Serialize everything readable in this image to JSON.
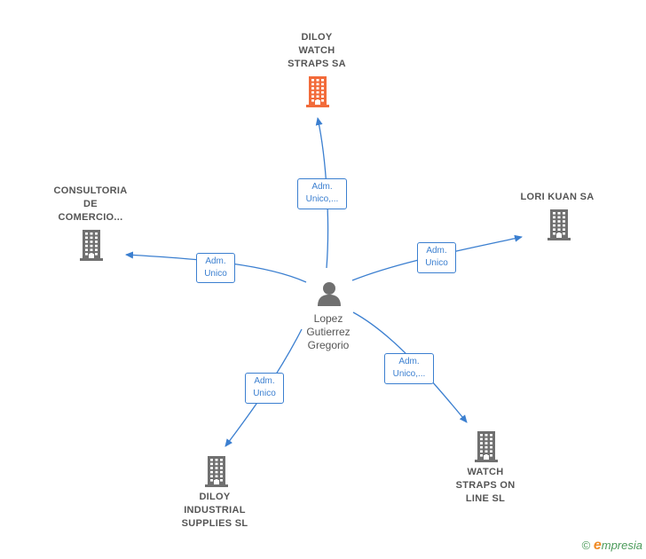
{
  "colors": {
    "edge": "#3b7fd0",
    "building": "#707070",
    "building_highlight": "#f26b3a",
    "person": "#707070"
  },
  "center": {
    "label": "Lopez\nGutierrez\nGregorio",
    "icon": "person-icon"
  },
  "nodes": [
    {
      "id": "diloy-watch",
      "label": "DILOY\nWATCH\nSTRAPS SA",
      "icon": "building-icon",
      "highlight": true
    },
    {
      "id": "consultoria",
      "label": "CONSULTORIA\nDE\nCOMERCIO...",
      "icon": "building-icon",
      "highlight": false
    },
    {
      "id": "lori-kuan",
      "label": "LORI KUAN SA",
      "icon": "building-icon",
      "highlight": false
    },
    {
      "id": "diloy-industrial",
      "label": "DILOY\nINDUSTRIAL\nSUPPLIES  SL",
      "icon": "building-icon",
      "highlight": false
    },
    {
      "id": "watch-straps-online",
      "label": "WATCH\nSTRAPS ON\nLINE  SL",
      "icon": "building-icon",
      "highlight": false
    }
  ],
  "edges": [
    {
      "to": "diloy-watch",
      "label": "Adm.\nUnico,..."
    },
    {
      "to": "consultoria",
      "label": "Adm.\nUnico"
    },
    {
      "to": "lori-kuan",
      "label": "Adm.\nUnico"
    },
    {
      "to": "diloy-industrial",
      "label": "Adm.\nUnico"
    },
    {
      "to": "watch-straps-online",
      "label": "Adm.\nUnico,..."
    }
  ],
  "footer": {
    "copyright": "©",
    "brand_initial": "e",
    "brand_rest": "mpresia"
  }
}
